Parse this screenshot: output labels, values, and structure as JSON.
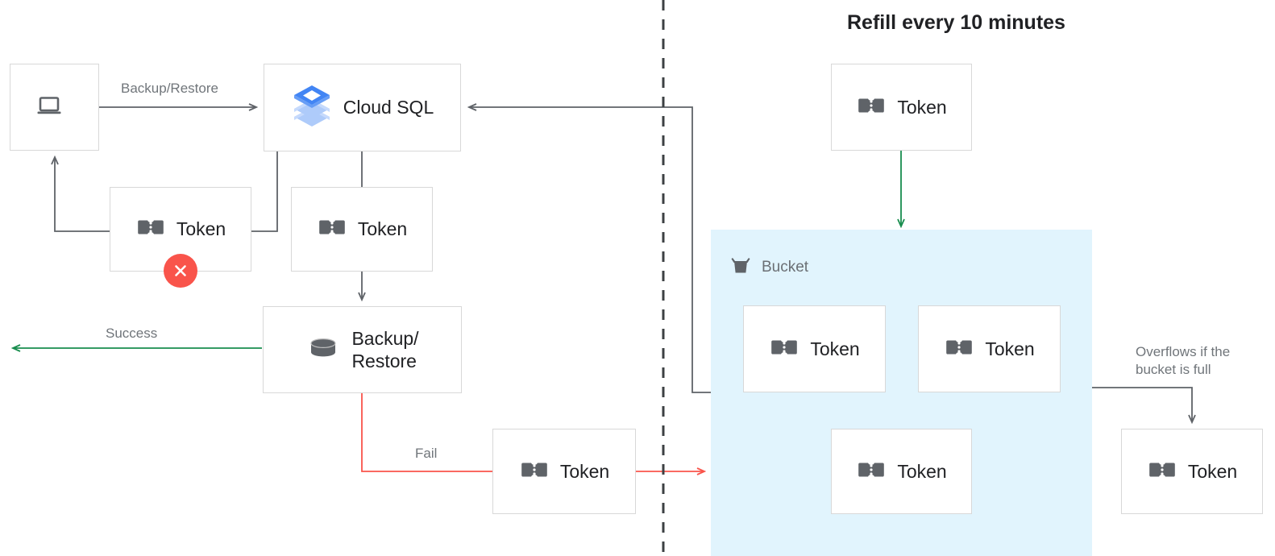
{
  "title": {
    "text": "Refill every 10 minutes"
  },
  "colors": {
    "box_border": "#d8d8d8",
    "text_dark": "#202124",
    "text_muted": "#70757a",
    "arrow_dark": "#5f6368",
    "arrow_green": "#188d4e",
    "arrow_red": "#f9544b",
    "bucket_fill": "#e1f4fd",
    "badge_red": "#f9544b",
    "icon_gray": "#5f6368",
    "cloudsql_blue": "#4285f4"
  },
  "nodes": {
    "laptop": {
      "label": "",
      "icon": "laptop-icon"
    },
    "cloud_sql": {
      "label": "Cloud SQL",
      "icon": "cloud-sql-icon"
    },
    "token_left": {
      "label": "Token",
      "icon": "token-icon"
    },
    "token_mid": {
      "label": "Token",
      "icon": "token-icon"
    },
    "backup_restore": {
      "label": "Backup/\nRestore",
      "icon": "database-icon"
    },
    "token_fail": {
      "label": "Token",
      "icon": "token-icon"
    },
    "token_refill": {
      "label": "Token",
      "icon": "token-icon"
    },
    "token_bucket_1": {
      "label": "Token",
      "icon": "token-icon"
    },
    "token_bucket_2": {
      "label": "Token",
      "icon": "token-icon"
    },
    "token_bucket_3": {
      "label": "Token",
      "icon": "token-icon"
    },
    "token_overflow": {
      "label": "Token",
      "icon": "token-icon"
    }
  },
  "bucket": {
    "label": "Bucket",
    "icon": "bucket-icon"
  },
  "edges": {
    "backup_restore_label": "Backup/Restore",
    "success_label": "Success",
    "fail_label": "Fail",
    "overflow_label": "Overflows if the\nbucket is full"
  }
}
